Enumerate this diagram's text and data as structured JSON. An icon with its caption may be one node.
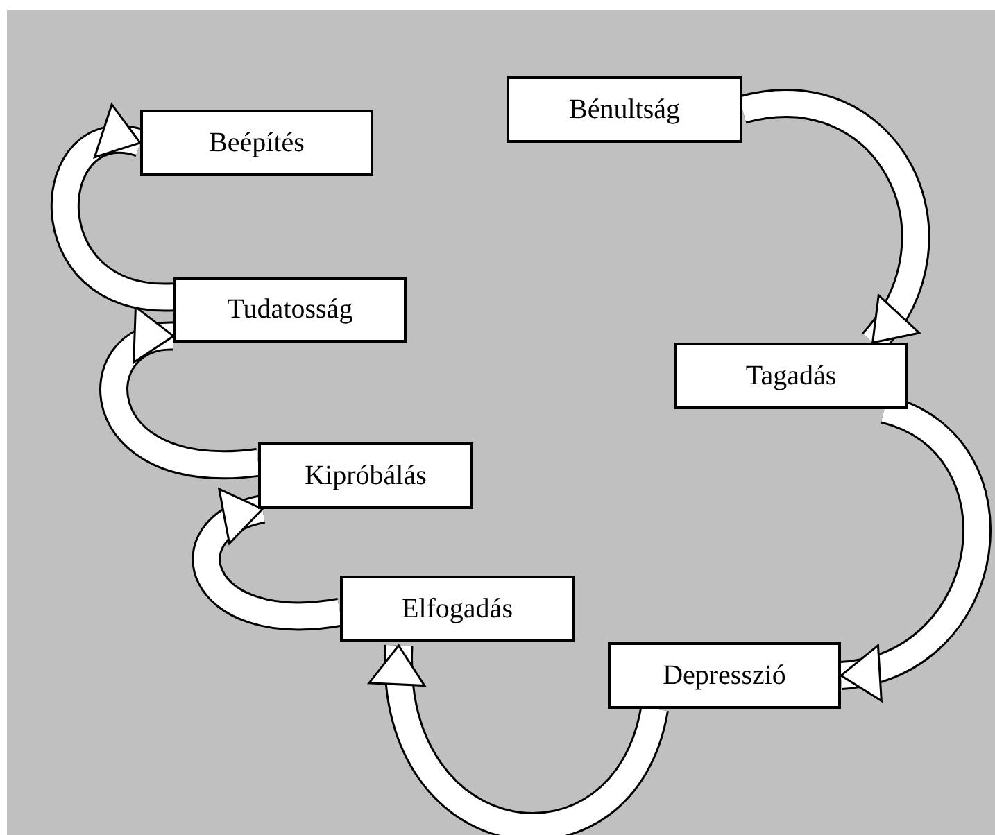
{
  "diagram": {
    "nodes": [
      {
        "text": [
          "Bénultság"
        ]
      },
      {
        "text": [
          "Tagadás"
        ]
      },
      {
        "text": [
          "Depresszió"
        ]
      },
      {
        "text": [
          "Elfogadás"
        ]
      },
      {
        "text": [
          "Kipróbálás"
        ]
      },
      {
        "text": [
          "Tudatosság"
        ]
      },
      {
        "text": [
          "Beépítés"
        ]
      }
    ],
    "edges": [
      {
        "from": 0,
        "to": 1,
        "arrow": "to"
      },
      {
        "from": 1,
        "to": 2,
        "arrow": "to"
      },
      {
        "from": 2,
        "to": 3,
        "arrow": "to"
      },
      {
        "from": 3,
        "to": 4,
        "arrow": "to"
      },
      {
        "from": 4,
        "to": 5,
        "arrow": "to"
      },
      {
        "from": 5,
        "to": 6,
        "arrow": "to"
      }
    ]
  }
}
